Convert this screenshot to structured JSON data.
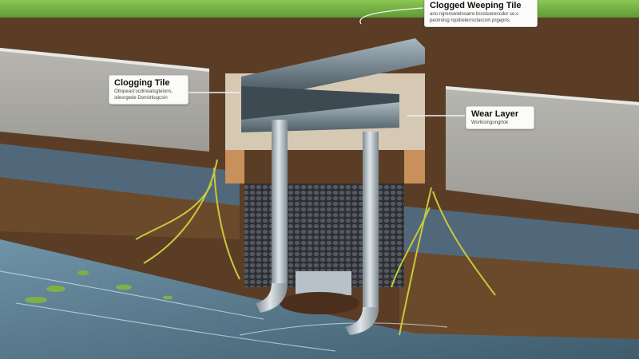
{
  "diagram": {
    "subject": "Cross-section of a clogged drainage tile beneath a slab, with roots intruding and water discharging",
    "colors": {
      "grass": "#6fae3c",
      "topsoil": "#5b3d26",
      "concrete_slab": "#a9a8a3",
      "blue_clay_layer": "#51687a",
      "lower_soil": "#6b4a2c",
      "tile_housing": "#d6c9b3",
      "footing": "#c8905a",
      "pvc_channel": "#8e9ea7",
      "pipe": "#b9c3c9",
      "gravel": "#3c3f45",
      "water": "#5f7f92",
      "roots": "#c9c83a",
      "lily_pads": "#7fb046"
    }
  },
  "labels": {
    "top": {
      "title": "Clogged Weeping Tile",
      "subtitle_line1": "ano ngrenselelosarre brostuerencdor se.c",
      "subtitle_line2": "peotrolsg rqodrelerrsctarcsm prgepns."
    },
    "left": {
      "title": "Clogging Tile",
      "subtitle_line1": "Otlopeasl'ocdinoatsgtelons,",
      "subtitle_line2": "stiesrgede Donslnlugcsin"
    },
    "right": {
      "title": "Wear Layer",
      "subtitle_line1": "Worlksingongrtok"
    }
  }
}
